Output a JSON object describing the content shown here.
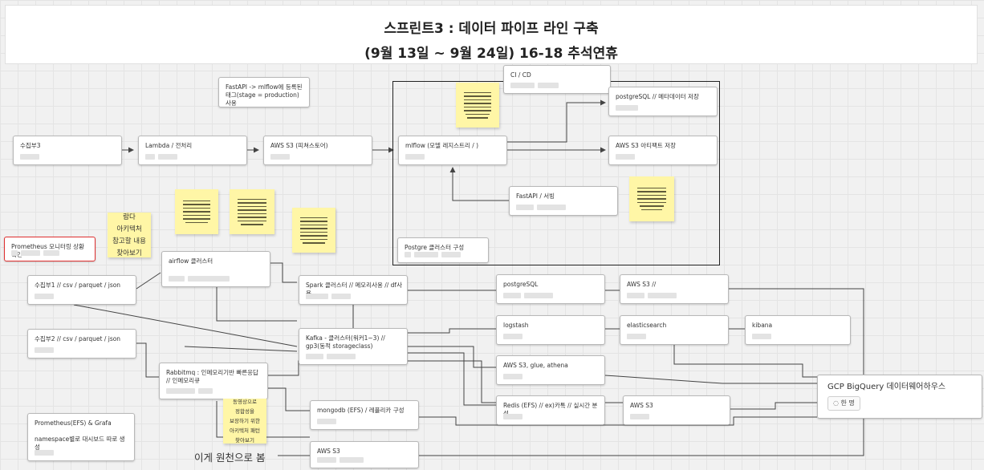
{
  "title": {
    "line1": "스프린트3 : 데이터 파이프 라인 구축",
    "line2": "(9월 13일 ~ 9월 24일) 16-18 추석연휴"
  },
  "cards": {
    "cicd": "CI / CD",
    "fastapi_mlflow_note": "FastAPI -> mlflow에 등록된 태그(stage = production) 사용",
    "postgresql_meta": "postgreSQL // 메타데이터 저장",
    "s3_artifact": "AWS S3 아티팩트 저장",
    "collector3": "수집부3",
    "lambda": "Lambda / 전처리",
    "s3_feature": "AWS S3 (피쳐스토어)",
    "mlflow": "mlflow (모델 레지스트리 / )",
    "fastapi_serving": "FastAPI / 서빙",
    "postgres_cluster": "Postgre 클러스터 구성",
    "prometheus_monitor": "Prometheus 모니터링 상황 확인",
    "airflow": "airflow 클러스터",
    "collector1": "수집부1 // csv / parquet / json",
    "collector2": "수집부2 // csv / parquet / json",
    "spark": "Spark 클러스터 // 메모리사용 // df사용",
    "kafka": "Kafka - 클러스터(워커1~3) // gp3(동적 storageclass)",
    "rabbitmq": "Rabbitmq : 인메모리기반 빠른응답 // 인메모리큐",
    "postgresql": "postgreSQL",
    "aws_s3_a": "AWS S3  //",
    "logstash": "logstash",
    "elasticsearch": "elasticsearch",
    "kibana": "kibana",
    "s3_glue": "AWS S3, glue, athena",
    "redis": "Redis (EFS) // ex)카톡 // 실시간 분석",
    "aws_s3_b": "AWS S3",
    "mongodb": "mongodb (EFS) / 레플리카 구성",
    "prom_grafana": "Prometheus(EFS) & Grafa",
    "namespace": "namespace별로 대시보드 따로 생성",
    "aws_s3_c": "AWS S3",
    "gcp": "GCP BigQuery 데이터웨어하우스",
    "gcp_pill": "한 명"
  },
  "stickies": {
    "note1": [
      "람다",
      "아키텍처",
      "참고할 내용",
      "찾아보기"
    ],
    "note2": [
      "동영상으로",
      "정합성을",
      "보장하기 위한",
      "아키텍처 패턴",
      "찾아보기"
    ]
  },
  "annotation": "이게 원천으로 봄"
}
